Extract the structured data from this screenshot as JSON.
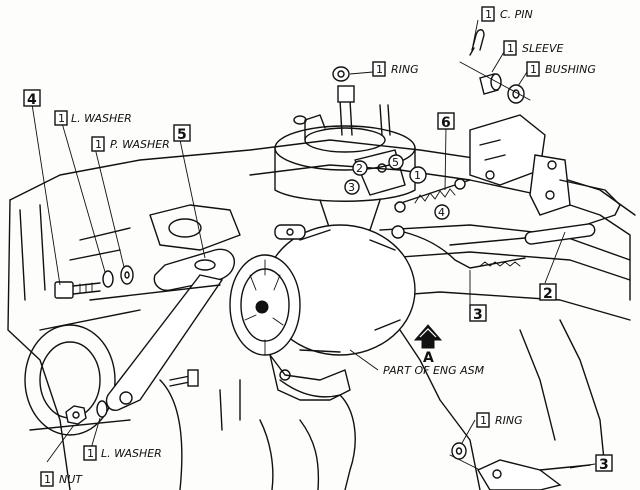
{
  "callouts": {
    "c_pin": {
      "qty": "1",
      "name": "C. PIN"
    },
    "sleeve": {
      "qty": "1",
      "name": "SLEEVE"
    },
    "bushing": {
      "qty": "1",
      "name": "BUSHING"
    },
    "ring_top": {
      "qty": "1",
      "name": "RING"
    },
    "l_washer_top": {
      "qty": "1",
      "name": "L. WASHER"
    },
    "p_washer": {
      "qty": "1",
      "name": "P. WASHER"
    },
    "l_washer_bottom": {
      "qty": "1",
      "name": "L. WASHER"
    },
    "nut": {
      "qty": "1",
      "name": "NUT"
    },
    "ring_bottom": {
      "qty": "1",
      "name": "RING"
    }
  },
  "item_numbers": {
    "bolt": "4",
    "bracket": "5",
    "spring_rod": "6",
    "rod_2": "2",
    "rod_3": "3",
    "rod_3_bottom": "3"
  },
  "linkage_numbers": [
    "1",
    "2",
    "3",
    "4",
    "5"
  ],
  "view_marker": "A",
  "engine_note": "PART OF ENG ASM"
}
